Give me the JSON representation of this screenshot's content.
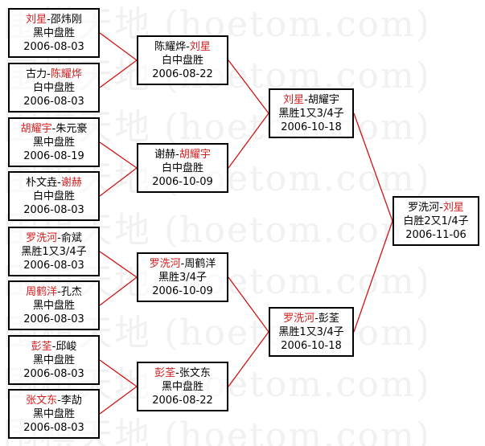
{
  "watermark": {
    "text": "围棋天地 (hoetom.com)"
  },
  "matches": [
    {
      "id": "r1m1",
      "p1": "刘星",
      "p2": "邵炜刚",
      "winner": 1,
      "result": "黑中盘胜",
      "date": "2006-08-03"
    },
    {
      "id": "r1m2",
      "p1": "古力",
      "p2": "陈耀烨",
      "winner": 2,
      "result": "白中盘胜",
      "date": "2006-08-03"
    },
    {
      "id": "r1m3",
      "p1": "胡耀宇",
      "p2": "朱元豪",
      "winner": 1,
      "result": "黑中盘胜",
      "date": "2006-08-19"
    },
    {
      "id": "r1m4",
      "p1": "朴文垚",
      "p2": "谢赫",
      "winner": 2,
      "result": "白中盘胜",
      "date": "2006-08-03"
    },
    {
      "id": "r1m5",
      "p1": "罗洗河",
      "p2": "俞斌",
      "winner": 1,
      "result": "黑胜1又3/4子",
      "date": "2006-08-03"
    },
    {
      "id": "r1m6",
      "p1": "周鹤洋",
      "p2": "孔杰",
      "winner": 1,
      "result": "黑中盘胜",
      "date": "2006-08-03"
    },
    {
      "id": "r1m7",
      "p1": "彭荃",
      "p2": "邱峻",
      "winner": 1,
      "result": "黑中盘胜",
      "date": "2006-08-03"
    },
    {
      "id": "r1m8",
      "p1": "张文东",
      "p2": "李劼",
      "winner": 1,
      "result": "黑中盘胜",
      "date": "2006-08-03"
    },
    {
      "id": "r2m1",
      "p1": "陈耀烨",
      "p2": "刘星",
      "winner": 2,
      "result": "白中盘胜",
      "date": "2006-08-22"
    },
    {
      "id": "r2m2",
      "p1": "谢赫",
      "p2": "胡耀宇",
      "winner": 2,
      "result": "白中盘胜",
      "date": "2006-10-09"
    },
    {
      "id": "r2m3",
      "p1": "罗洗河",
      "p2": "周鹤洋",
      "winner": 1,
      "result": "黑胜3/4子",
      "date": "2006-10-09"
    },
    {
      "id": "r2m4",
      "p1": "彭荃",
      "p2": "张文东",
      "winner": 1,
      "result": "黑中盘胜",
      "date": "2006-08-22"
    },
    {
      "id": "r3m1",
      "p1": "刘星",
      "p2": "胡耀宇",
      "winner": 1,
      "result": "黑胜1又3/4子",
      "date": "2006-10-18"
    },
    {
      "id": "r3m2",
      "p1": "罗洗河",
      "p2": "彭荃",
      "winner": 1,
      "result": "黑胜1又3/4子",
      "date": "2006-10-18"
    },
    {
      "id": "final",
      "p1": "罗洗河",
      "p2": "刘星",
      "winner": 2,
      "result": "白胜2又1/4子",
      "date": "2006-11-06"
    }
  ],
  "colors": {
    "winner": "#d22020",
    "line": "#d21414",
    "border": "#000000"
  }
}
